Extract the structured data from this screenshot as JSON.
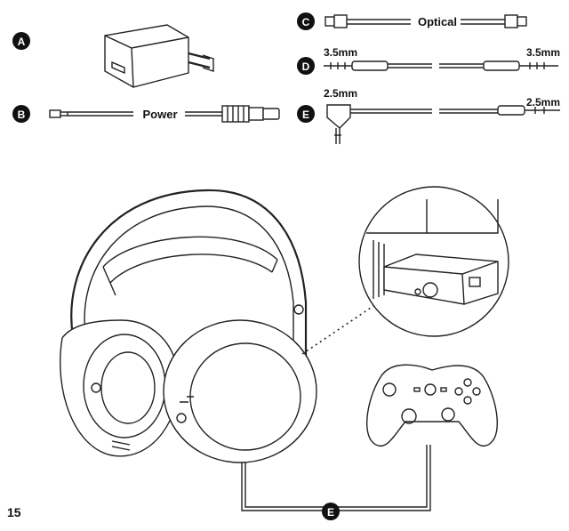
{
  "items": {
    "a": {
      "badge": "A"
    },
    "b": {
      "badge": "B",
      "label": "Power"
    },
    "c": {
      "badge": "C",
      "label": "Optical"
    },
    "d": {
      "badge": "D",
      "left_label": "3.5mm",
      "right_label": "3.5mm"
    },
    "e": {
      "badge": "E",
      "left_label": "2.5mm",
      "right_label": "2.5mm"
    }
  },
  "connection": {
    "badge": "E"
  },
  "page": {
    "number": "15"
  }
}
